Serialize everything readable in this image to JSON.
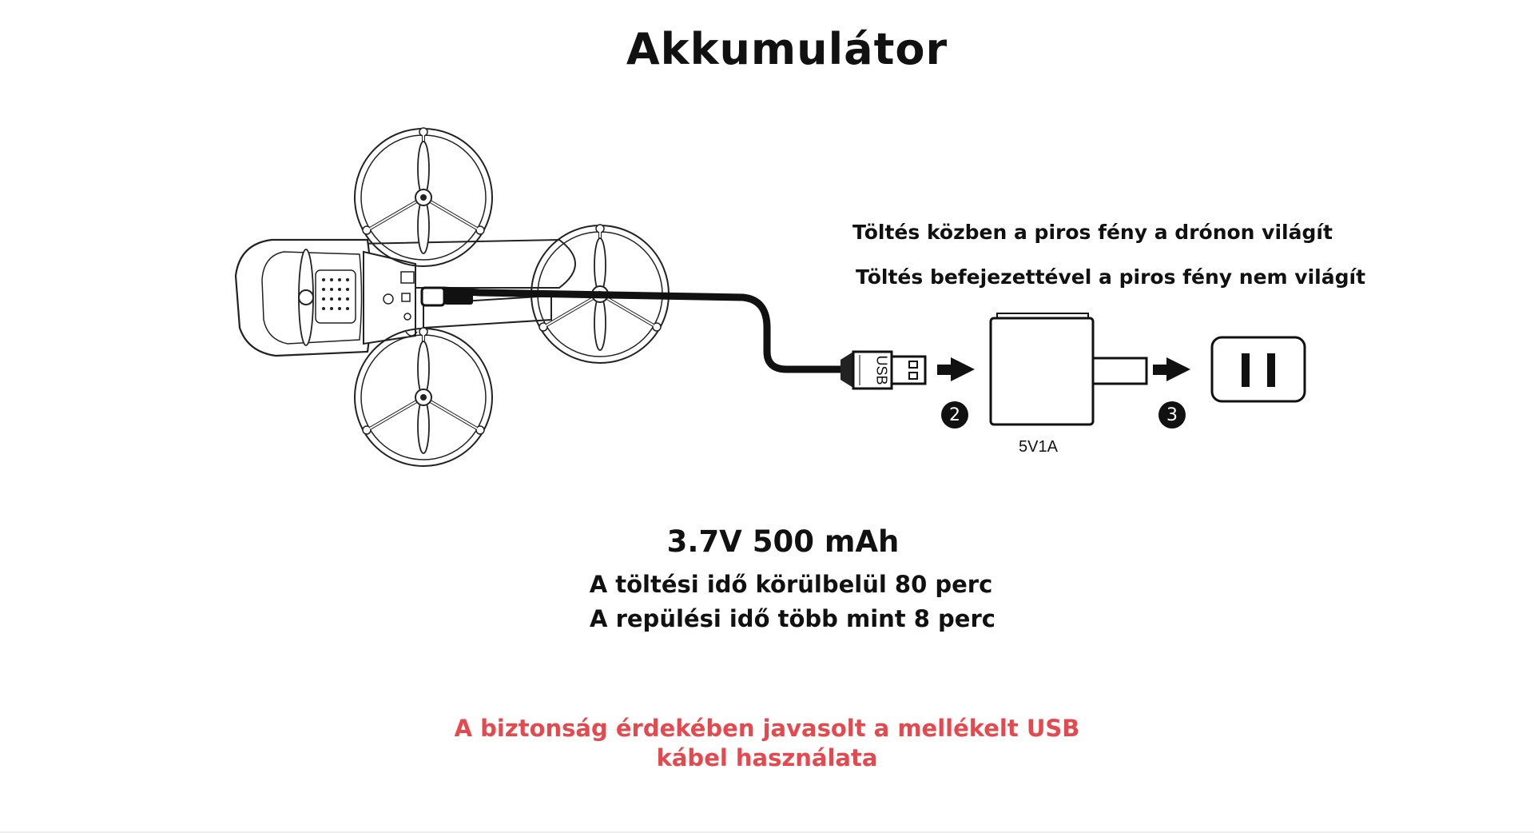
{
  "title": "Akkumulátor",
  "charging_status": {
    "charging": "Töltés közben a piros fény a drónon világít",
    "finished": "Töltés befejezettével a piros fény nem világít"
  },
  "usb_label": "USB",
  "steps": [
    "2",
    "3"
  ],
  "adapter_rating": "5V1A",
  "battery": {
    "spec": "3.7V 500 mAh",
    "charge_time": "A töltési idő körülbelül 80 perc",
    "flight_time": "A repülési idő több mint 8 perc"
  },
  "safety_note": "A biztonság érdekében javasolt a mellékelt USB kábel használata",
  "colors": {
    "warning": "#e5484d",
    "line": "#111111"
  },
  "icons": [
    "drone-icon",
    "usb-plug-icon",
    "arrow-right-icon",
    "power-adapter-icon",
    "wall-socket-icon"
  ]
}
